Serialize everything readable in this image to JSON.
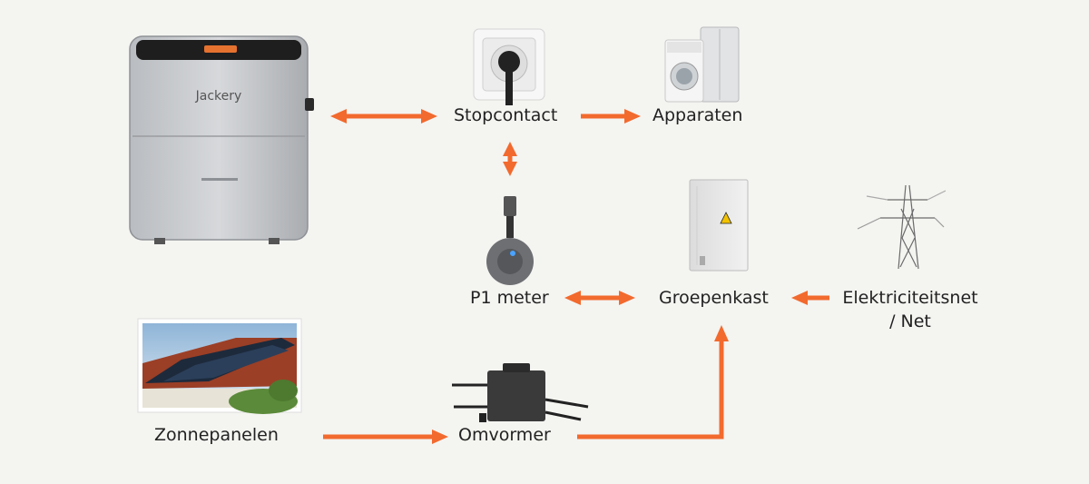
{
  "accent_color": "#f26a2e",
  "nodes": {
    "battery": {
      "brand": "Jackery",
      "icon": "home-battery-icon"
    },
    "stopcontact": {
      "label": "Stopcontact",
      "icon": "wall-socket-icon"
    },
    "apparaten": {
      "label": "Apparaten",
      "icon": "appliances-icon"
    },
    "p1meter": {
      "label": "P1 meter",
      "icon": "p1-meter-icon"
    },
    "groepenkast": {
      "label": "Groepenkast",
      "icon": "fuse-box-icon"
    },
    "elektriciteitsnet": {
      "label_line1": "Elektriciteitsnet",
      "label_line2": "/ Net",
      "icon": "power-pylon-icon"
    },
    "zonnepanelen": {
      "label": "Zonnepanelen",
      "icon": "solar-roof-icon"
    },
    "omvormer": {
      "label": "Omvormer",
      "icon": "micro-inverter-icon"
    }
  }
}
